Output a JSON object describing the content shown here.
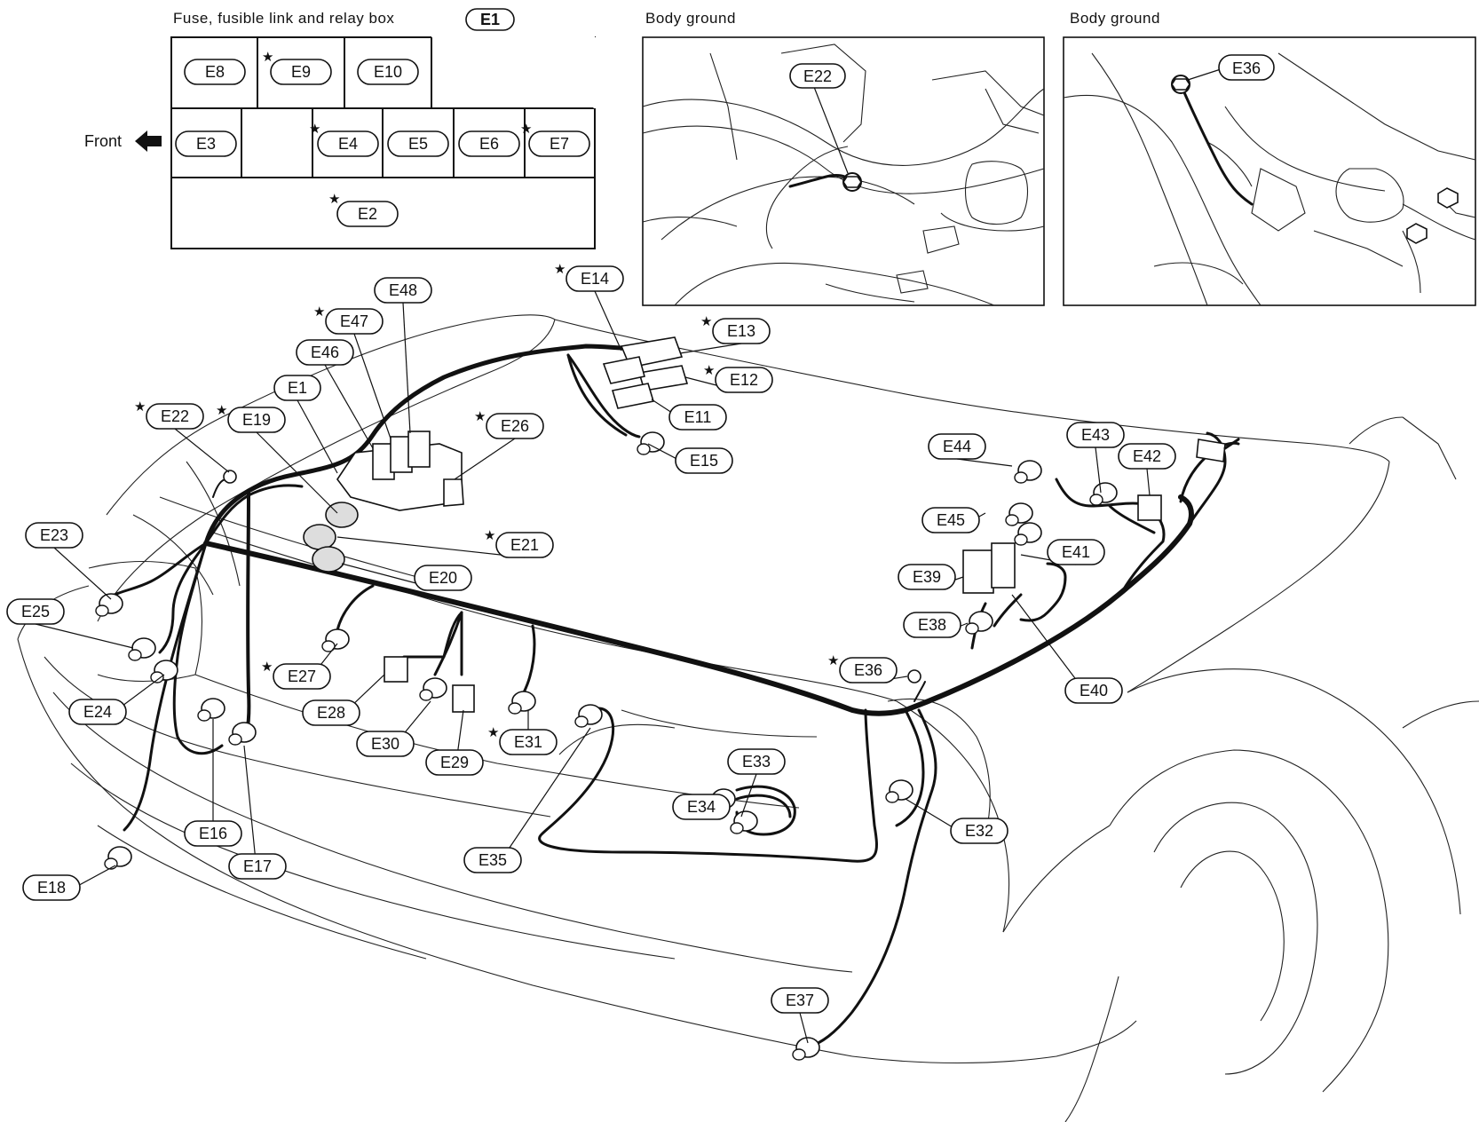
{
  "fuse_box": {
    "title": "Fuse, fusible link and relay box",
    "title_ref": "E1",
    "front_label": "Front",
    "row1": [
      {
        "id": "E8",
        "star": false
      },
      {
        "id": "E9",
        "star": true
      },
      {
        "id": "E10",
        "star": false
      }
    ],
    "row2": [
      {
        "id": "E3",
        "star": false
      },
      {
        "id": "",
        "star": false
      },
      {
        "id": "E4",
        "star": true
      },
      {
        "id": "E5",
        "star": false
      },
      {
        "id": "E6",
        "star": false
      },
      {
        "id": "E7",
        "star": true
      }
    ],
    "row3": [
      {
        "id": "E2",
        "star": true
      }
    ]
  },
  "inset_left": {
    "title": "Body ground",
    "connector": "E22"
  },
  "inset_right": {
    "title": "Body ground",
    "connector": "E36"
  },
  "connectors": [
    {
      "id": "E14",
      "star": true
    },
    {
      "id": "E48",
      "star": false
    },
    {
      "id": "E47",
      "star": true
    },
    {
      "id": "E13",
      "star": true
    },
    {
      "id": "E46",
      "star": false
    },
    {
      "id": "E12",
      "star": true
    },
    {
      "id": "E1",
      "star": false
    },
    {
      "id": "E22",
      "star": true
    },
    {
      "id": "E19",
      "star": true
    },
    {
      "id": "E11",
      "star": false
    },
    {
      "id": "E26",
      "star": true
    },
    {
      "id": "E15",
      "star": false
    },
    {
      "id": "E44",
      "star": false
    },
    {
      "id": "E43",
      "star": false
    },
    {
      "id": "E42",
      "star": false
    },
    {
      "id": "E23",
      "star": false
    },
    {
      "id": "E21",
      "star": true
    },
    {
      "id": "E45",
      "star": false
    },
    {
      "id": "E41",
      "star": false
    },
    {
      "id": "E20",
      "star": false
    },
    {
      "id": "E39",
      "star": false
    },
    {
      "id": "E25",
      "star": false
    },
    {
      "id": "E38",
      "star": false
    },
    {
      "id": "E36",
      "star": true
    },
    {
      "id": "E27",
      "star": true
    },
    {
      "id": "E40",
      "star": false
    },
    {
      "id": "E24",
      "star": false
    },
    {
      "id": "E28",
      "star": false
    },
    {
      "id": "E30",
      "star": false
    },
    {
      "id": "E31",
      "star": true
    },
    {
      "id": "E29",
      "star": false
    },
    {
      "id": "E33",
      "star": false
    },
    {
      "id": "E34",
      "star": false
    },
    {
      "id": "E32",
      "star": false
    },
    {
      "id": "E16",
      "star": false
    },
    {
      "id": "E35",
      "star": false
    },
    {
      "id": "E17",
      "star": false
    },
    {
      "id": "E18",
      "star": false
    },
    {
      "id": "E37",
      "star": false
    }
  ]
}
